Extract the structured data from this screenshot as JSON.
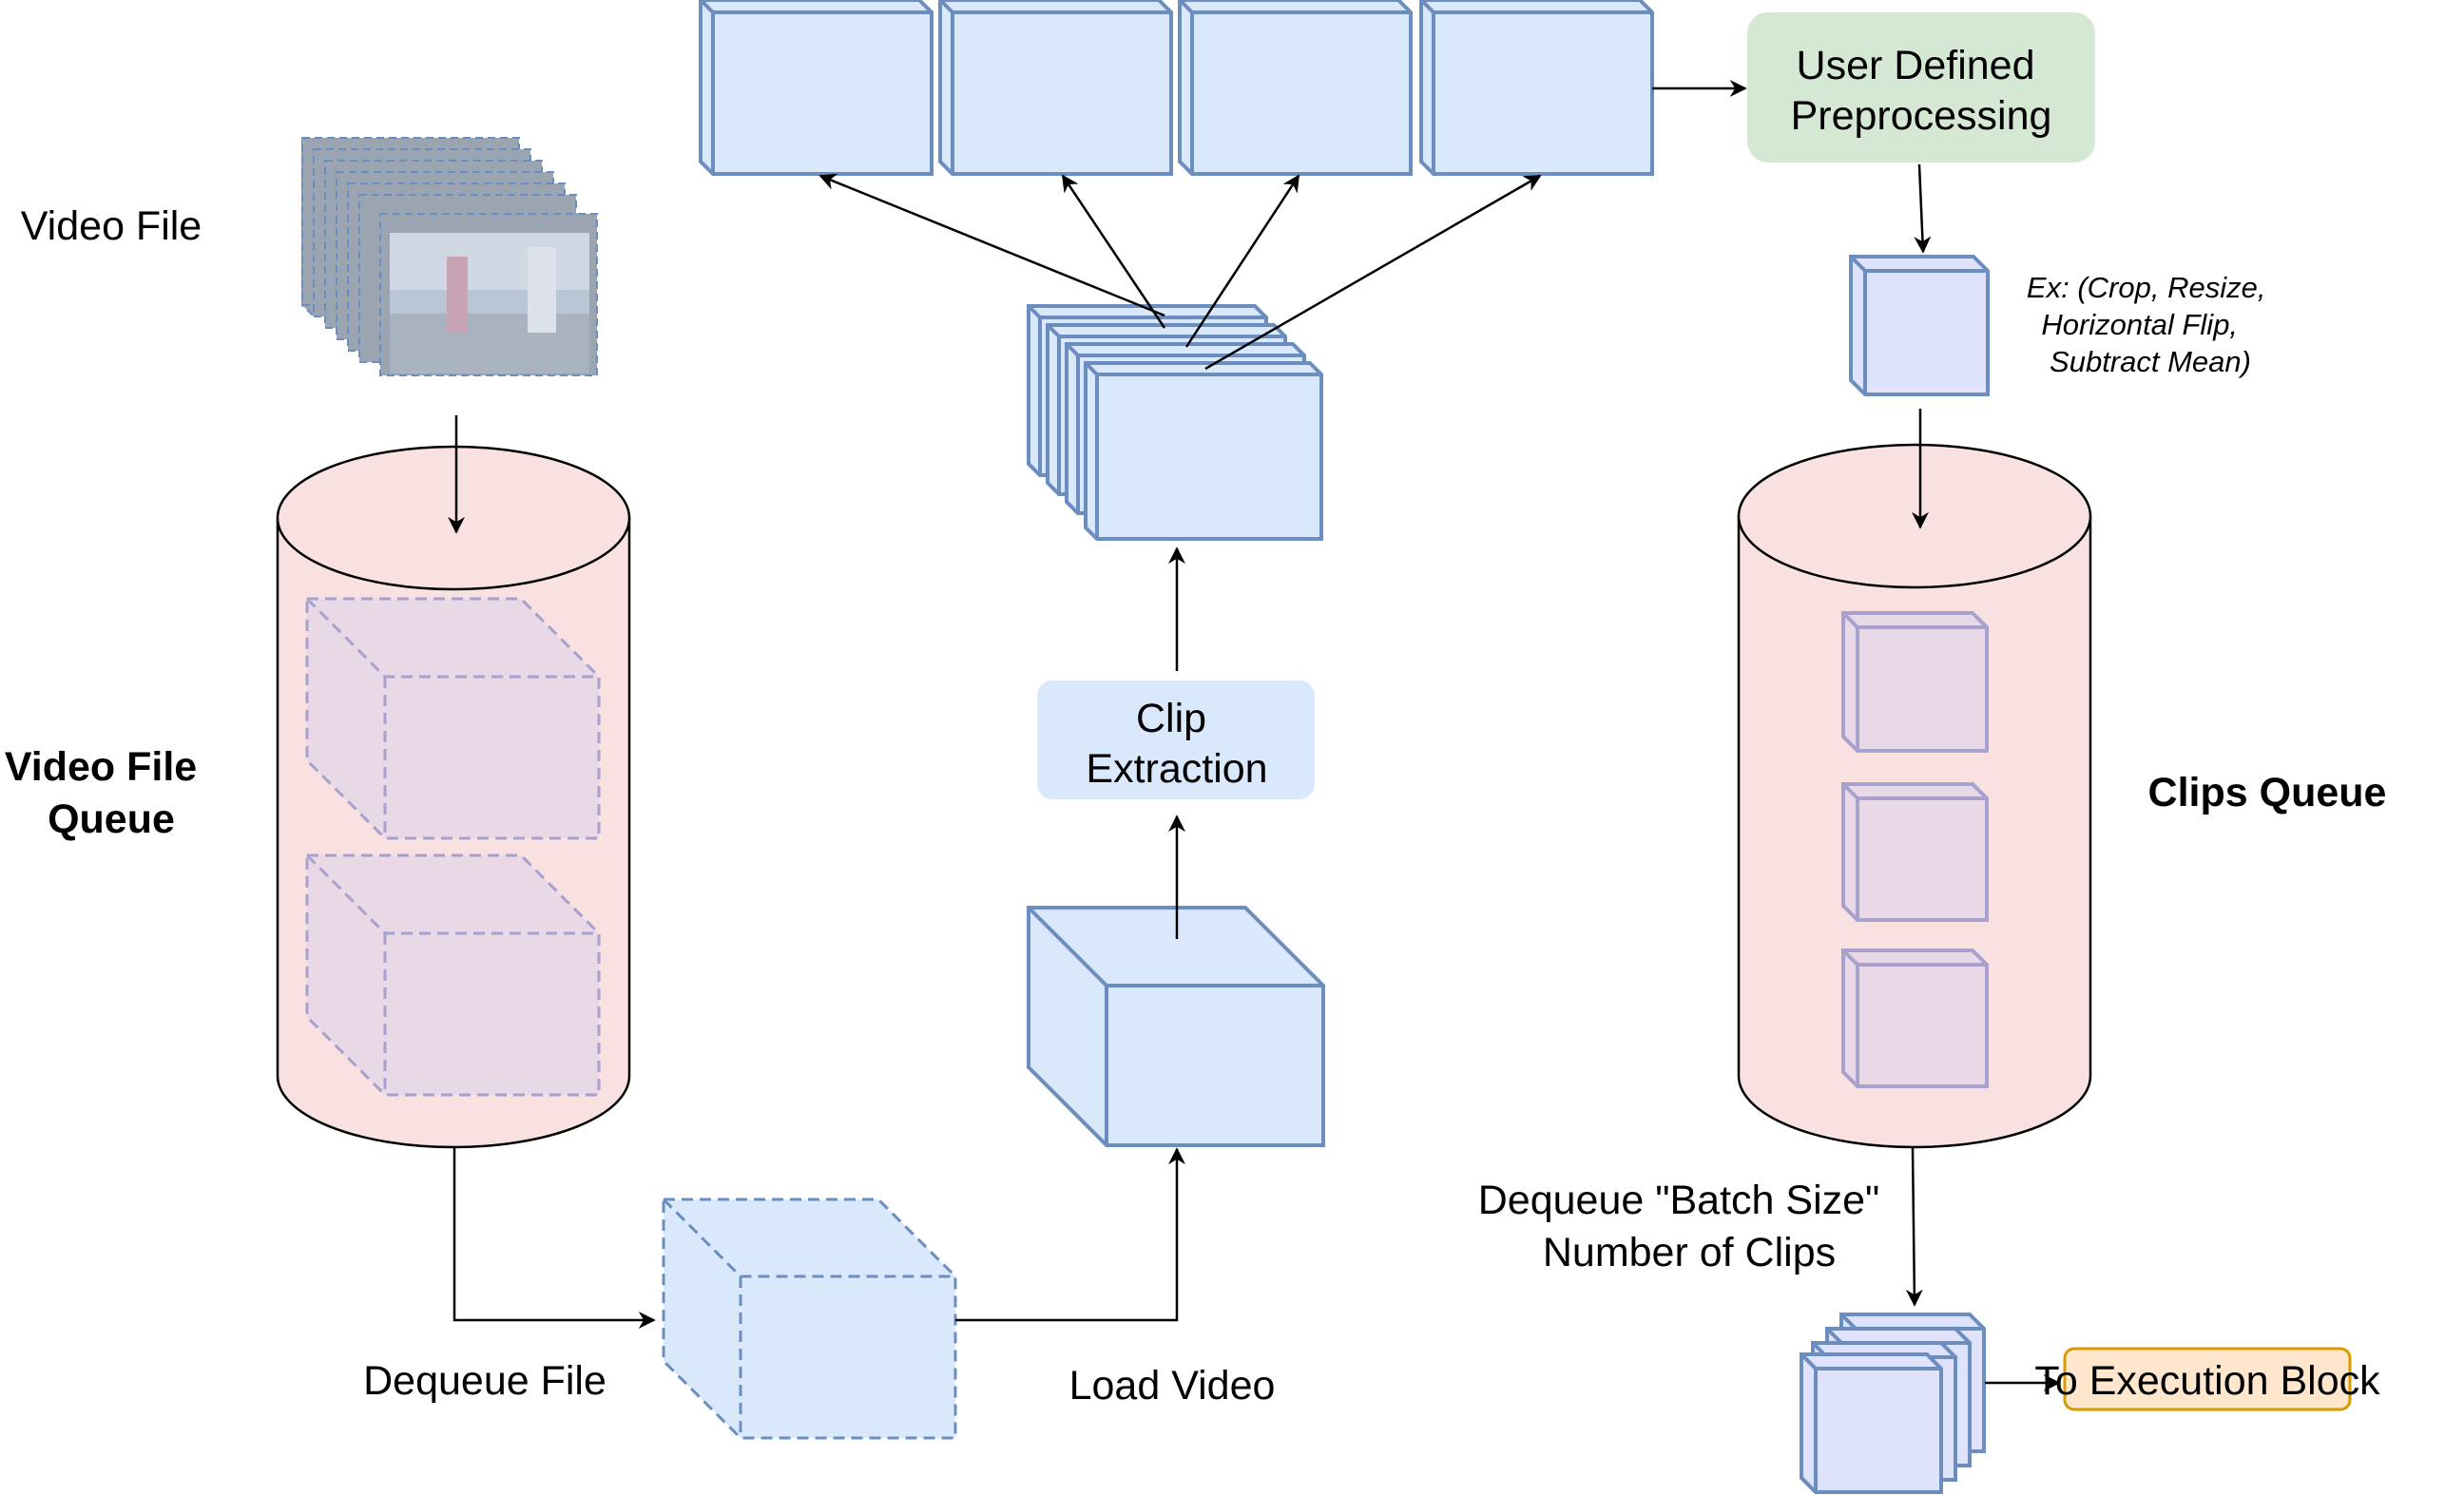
{
  "labels": {
    "video_file": "Video File",
    "video_file_queue": [
      "Video File",
      "Queue"
    ],
    "dequeue_file": "Dequeue File",
    "load_video": "Load Video",
    "clip_extraction": [
      "Clip",
      "Extraction"
    ],
    "user_defined_preprocessing": [
      "User Defined",
      "Preprocessing"
    ],
    "preprocessing_example": [
      "Ex: (Crop, Resize,",
      "Horizontal Flip,",
      "Subtract Mean)"
    ],
    "clips_queue": "Clips Queue",
    "dequeue_batch": [
      "Dequeue \"Batch Size\"",
      "Number of Clips"
    ],
    "to_execution_block": "To Execution Block"
  },
  "colors": {
    "cube_fill": "#dae8fc",
    "cube_stroke": "#6c8ebf",
    "clip_cube_fill": "#dfe2fb",
    "queue_fill": "#f8e1e0",
    "queue_cube_fill": "#e9d9e6",
    "queue_cube_stroke": "#a8a0cd",
    "preprocessing_fill": "#d5e8d4",
    "execution_fill": "#ffe6cc",
    "execution_stroke": "#d79b00",
    "arrow": "#000000",
    "video_frame": "#9aa5b1"
  }
}
